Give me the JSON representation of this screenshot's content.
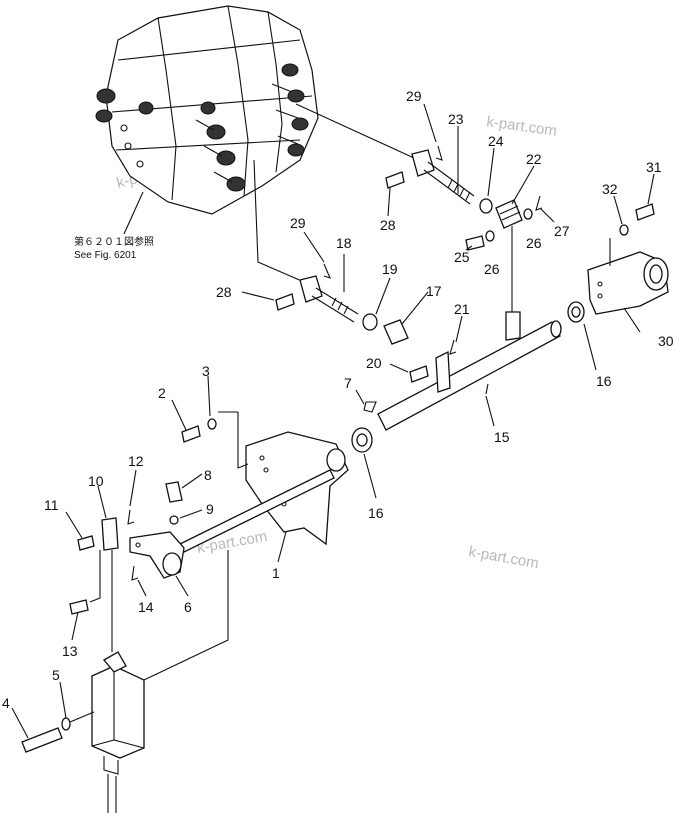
{
  "watermarks": [
    "k-part.com",
    "k-part.com",
    "k-part.com",
    "k-part.com"
  ],
  "reference": {
    "japanese": "第６２０１図参照",
    "english": "See Fig. 6201"
  },
  "callouts": [
    "29",
    "23",
    "24",
    "22",
    "31",
    "32",
    "27",
    "26",
    "28",
    "25",
    "26",
    "29",
    "18",
    "19",
    "17",
    "21",
    "28",
    "30",
    "20",
    "16",
    "7",
    "3",
    "2",
    "15",
    "12",
    "8",
    "10",
    "16",
    "11",
    "9",
    "1",
    "14",
    "6",
    "13",
    "5",
    "4"
  ]
}
